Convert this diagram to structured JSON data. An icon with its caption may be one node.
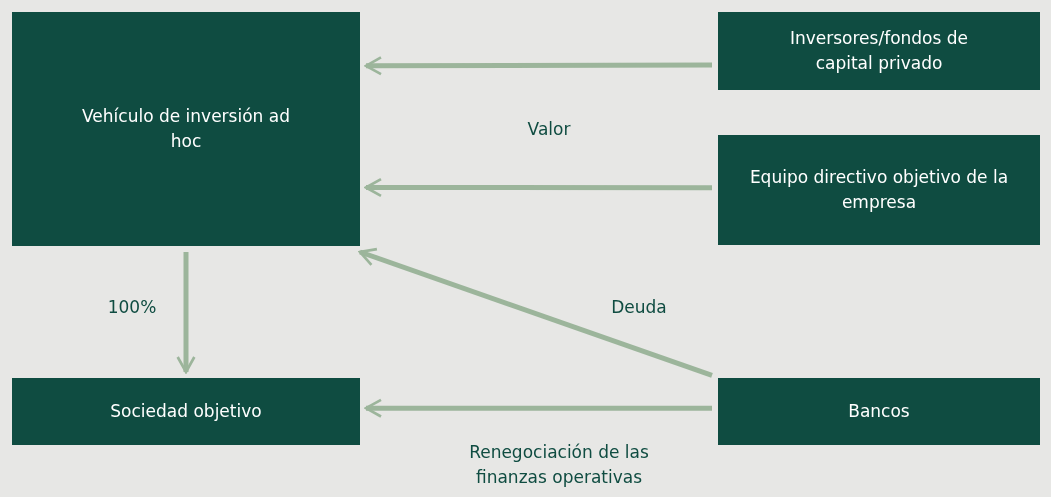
{
  "diagram": {
    "nodes": [
      {
        "text": [
          "Vehículo de inversión ad hoc"
        ]
      },
      {
        "text": [
          "Inversores/fondos de capital privado"
        ]
      },
      {
        "text": [
          "Equipo directivo objetivo de la empresa"
        ]
      },
      {
        "text": [
          "Sociedad objetivo"
        ]
      },
      {
        "text": [
          "Bancos"
        ]
      }
    ],
    "edges": [
      {
        "from": 1,
        "to": 0,
        "arrow": "to"
      },
      {
        "from": 2,
        "to": 0,
        "arrow": "to"
      },
      {
        "from": 0,
        "to": 3,
        "arrow": "to",
        "label": "100%"
      },
      {
        "from": 4,
        "to": 0,
        "arrow": "to",
        "label": "Deuda"
      },
      {
        "from": 4,
        "to": 3,
        "arrow": "to",
        "label": "Renegociación de las finanzas operativas"
      }
    ],
    "labels": [
      "Valor"
    ]
  }
}
